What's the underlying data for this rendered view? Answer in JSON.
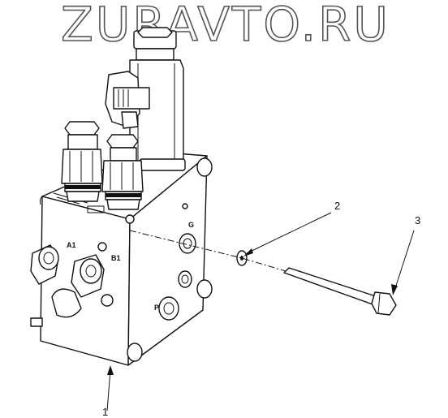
{
  "watermark": "ZURAVTO.RU",
  "callouts": {
    "item1": "1",
    "item2": "2",
    "item3": "3"
  },
  "port_marks": {
    "a1": "A1",
    "b1": "B1",
    "g": "G",
    "p": "P"
  }
}
